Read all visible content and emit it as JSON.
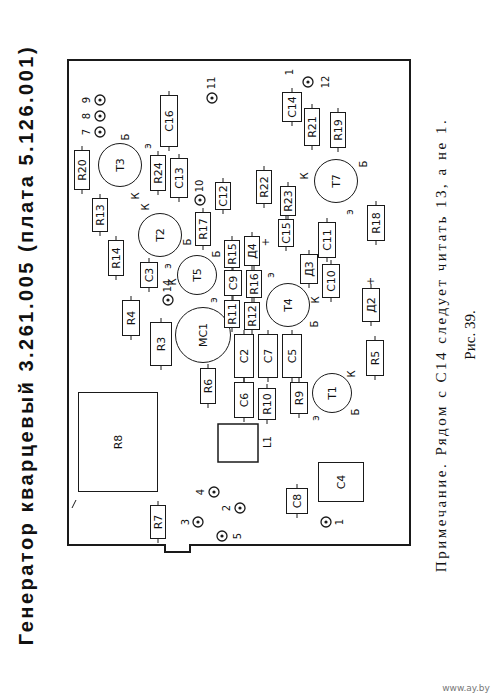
{
  "diagram": {
    "title": "Генератор кварцевый 3.261.005 (плата 5.126.001)",
    "caption": "Рис. 39.",
    "nodes": [
      {
        "text": [
          "R20"
        ]
      },
      {
        "text": [
          "R13"
        ]
      },
      {
        "text": [
          "T3"
        ]
      },
      {
        "text": [
          "R14"
        ]
      },
      {
        "text": [
          "C16"
        ]
      },
      {
        "text": [
          "R24"
        ]
      },
      {
        "text": [
          "C13"
        ]
      },
      {
        "text": [
          "T2"
        ]
      },
      {
        "text": [
          "C3"
        ]
      },
      {
        "text": [
          "R4"
        ]
      },
      {
        "text": [
          "MC1"
        ]
      },
      {
        "text": [
          "R3"
        ]
      },
      {
        "text": [
          "R17"
        ]
      },
      {
        "text": [
          "C12"
        ]
      },
      {
        "text": [
          "R22"
        ]
      },
      {
        "text": [
          "C14"
        ]
      },
      {
        "text": [
          "R21"
        ]
      },
      {
        "text": [
          "R19"
        ]
      },
      {
        "text": [
          "T7"
        ]
      },
      {
        "text": [
          "R18"
        ]
      },
      {
        "text": [
          "R23"
        ]
      },
      {
        "text": [
          "C15"
        ]
      },
      {
        "text": [
          "C11"
        ]
      },
      {
        "text": [
          "T5"
        ]
      },
      {
        "text": [
          "R15"
        ]
      },
      {
        "text": [
          "Д4"
        ]
      },
      {
        "text": [
          "C9"
        ]
      },
      {
        "text": [
          "R16"
        ]
      },
      {
        "text": [
          "Д3"
        ]
      },
      {
        "text": [
          "C10"
        ]
      },
      {
        "text": [
          "R11"
        ]
      },
      {
        "text": [
          "R12"
        ]
      },
      {
        "text": [
          "T4"
        ]
      },
      {
        "text": [
          "C2"
        ]
      },
      {
        "text": [
          "C7"
        ]
      },
      {
        "text": [
          "C5"
        ]
      },
      {
        "text": [
          "Д2"
        ]
      },
      {
        "text": [
          "R5"
        ]
      },
      {
        "text": [
          "R9"
        ]
      },
      {
        "text": [
          "T1"
        ]
      },
      {
        "text": [
          "C6"
        ]
      },
      {
        "text": [
          "R10"
        ]
      },
      {
        "text": [
          "R6"
        ]
      },
      {
        "text": [
          "R8"
        ]
      },
      {
        "text": [
          "C4"
        ]
      },
      {
        "text": [
          "C8"
        ]
      },
      {
        "text": [
          "R7"
        ]
      }
    ],
    "labels": [
      "9",
      "8",
      "7",
      "11",
      "10",
      "14",
      "12",
      "1",
      "4",
      "3",
      "2",
      "5",
      "1",
      "L1",
      "+",
      "+",
      "Б",
      "э",
      "К",
      "К",
      "Б",
      "э",
      "К",
      "э",
      "Б",
      "К",
      "Б",
      "э",
      "К",
      "Б",
      "э",
      "К",
      "Б",
      "э",
      "Примечание. Рядом с С14 следует читать 13, а не 1.",
      "www.ay.by"
    ]
  }
}
